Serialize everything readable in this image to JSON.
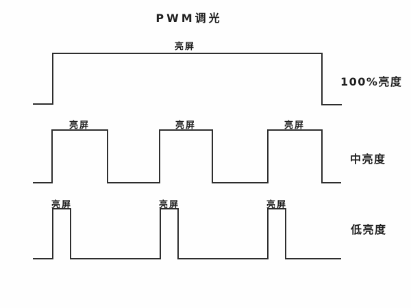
{
  "title": "PWM调光",
  "colors": {
    "line": "#2d2d2d",
    "text": "#1f1f1f",
    "background": "#fefefe"
  },
  "waveforms": [
    {
      "side_label": "100%亮度",
      "pulse_labels": [
        "亮屏"
      ]
    },
    {
      "side_label": "中亮度",
      "pulse_labels": [
        "亮屏",
        "亮屏",
        "亮屏"
      ]
    },
    {
      "side_label": "低亮度",
      "pulse_labels": [
        "亮屏",
        "亮屏",
        "亮屏"
      ]
    }
  ]
}
